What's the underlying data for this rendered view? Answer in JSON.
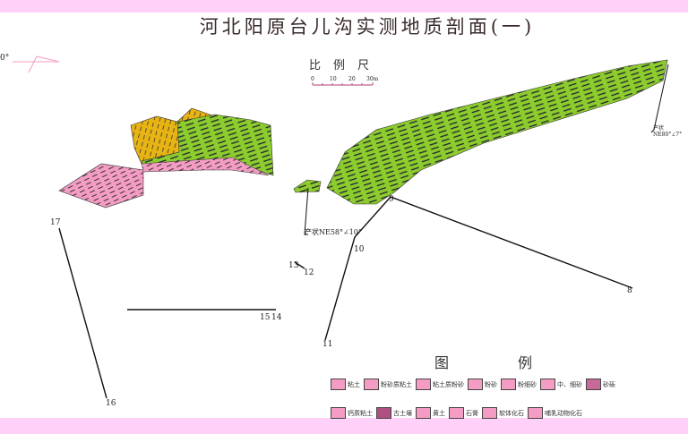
{
  "title": "河北阳原台儿沟实测地质剖面(一)",
  "scale": {
    "title": "比例尺",
    "ticks": [
      "0",
      "10",
      "20",
      "30m"
    ]
  },
  "orientation_mark": "0°",
  "points": [
    "17",
    "16",
    "15",
    "14",
    "13",
    "12",
    "11",
    "10",
    "9",
    "8"
  ],
  "attitudes": [
    "产状NE58°∠10°",
    "产状NE80°∠7°"
  ],
  "legend": {
    "title": "图例",
    "items": [
      "粘土",
      "粉砂质粘土",
      "粘土质粉砂",
      "粉砂",
      "粉细砂",
      "中、细砂",
      "砂砾",
      "钙质粘土",
      "古土壤",
      "黄土",
      "石膏",
      "软体化石",
      "哺乳动物化石"
    ]
  },
  "colors": {
    "band": "#ffd0f8",
    "green": "#8ccc2c",
    "yellow": "#e8b414",
    "pink": "#f49cc4"
  }
}
